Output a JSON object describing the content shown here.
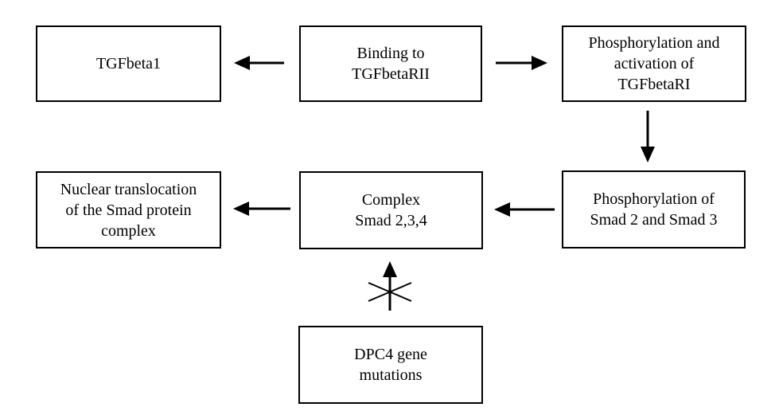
{
  "diagram": {
    "title": "TGFbeta signaling pathway flowchart",
    "background_color": "#ffffff",
    "line_color": "#000000",
    "nodes": [
      {
        "id": "tgfbeta1",
        "label": "TGFbeta1"
      },
      {
        "id": "binding-tgfbetarii",
        "label": "Binding to\nTGFbetaRII"
      },
      {
        "id": "phospho-activation",
        "label": "Phosphorylation and\nactivation of\nTGFbetaRI"
      },
      {
        "id": "phospho-smad23",
        "label": "Phosphorylation of\nSmad 2 and Smad 3"
      },
      {
        "id": "complex-smad234",
        "label": "Complex\nSmad 2,3,4"
      },
      {
        "id": "nuclear-translocation",
        "label": "Nuclear translocation\nof the Smad protein\ncomplex"
      },
      {
        "id": "dpc4-mutations",
        "label": "DPC4 gene\nmutations"
      }
    ],
    "edges": [
      {
        "from": "binding-tgfbetarii",
        "to": "tgfbeta1",
        "blocked": false
      },
      {
        "from": "binding-tgfbetarii",
        "to": "phospho-activation",
        "blocked": false
      },
      {
        "from": "phospho-activation",
        "to": "phospho-smad23",
        "blocked": false
      },
      {
        "from": "phospho-smad23",
        "to": "complex-smad234",
        "blocked": false
      },
      {
        "from": "complex-smad234",
        "to": "nuclear-translocation",
        "blocked": false
      },
      {
        "from": "dpc4-mutations",
        "to": "complex-smad234",
        "blocked": true
      }
    ]
  }
}
